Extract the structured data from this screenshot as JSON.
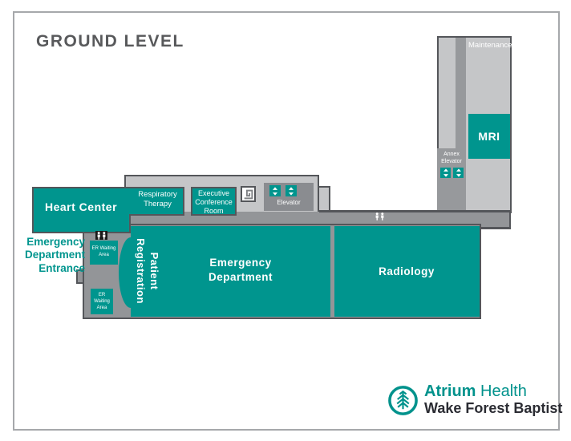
{
  "title": "GROUND LEVEL",
  "map": {
    "rooms": {
      "heart_center": "Heart Center",
      "respiratory_therapy": "Respiratory Therapy",
      "executive_conference_room": "Executive Conference Room",
      "elevator": "Elevator",
      "annex_elevator": "Annex Elevator",
      "maintenance": "Maintenance",
      "mri": "MRI",
      "er_waiting_area_upper": "ER Waiting Area",
      "er_waiting_area_lower": "ER Waiting Area",
      "patient_registration": "Patient Registration",
      "emergency_department": "Emergency Department",
      "radiology": "Radiology"
    },
    "labels": {
      "entrance": "Emergency Department Entrance"
    },
    "icons": {
      "stairs": "stairs-icon",
      "elevator_arrows": "elevator-updown-icon",
      "restroom": "restroom-icon",
      "leaf": "atrium-leaf-logo-icon"
    }
  },
  "logo": {
    "brand_primary": "Atrium",
    "brand_secondary": "Health",
    "division": "Wake Forest Baptist"
  },
  "colors": {
    "room_teal": "#00958E",
    "building_gray": "#C5C6C8",
    "corridor_gray": "#939598",
    "outline_gray": "#54565A",
    "title_gray": "#58595B",
    "logo_teal": "#00928C",
    "logo_dark": "#2B2C33"
  }
}
